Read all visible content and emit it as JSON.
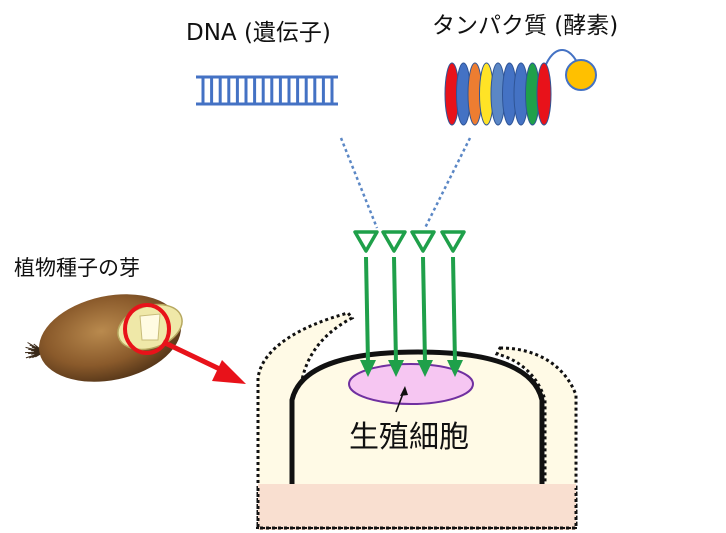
{
  "labels": {
    "dna": "DNA (遺伝子)",
    "protein": "タンパク質 (酵素)",
    "seed": "植物種子の芽",
    "germ_cell": "生殖細胞"
  },
  "colors": {
    "dna": "#4472C4",
    "dotted_link": "#5B87C5",
    "arrow": "#1FA04A",
    "pointer_red": "#E8121A",
    "cell_fill": "#FFFAE6",
    "germ_cell_fill": "#F6C6F2",
    "germ_cell_edge": "#7030A0",
    "base_fill": "#F9DFD0",
    "enzyme_ball": "#FFC000",
    "protein_bands": [
      "#E8121A",
      "#4472C4",
      "#ED7D31",
      "#FFE326",
      "#5B87C5",
      "#4472C4",
      "#4472C4",
      "#1FA04A",
      "#E8121A"
    ]
  },
  "icons": {
    "dna": "dna-ladder-icon",
    "protein": "protein-enzyme-icon",
    "seed": "plant-seed-icon",
    "bud": "shoot-apex-icon"
  }
}
